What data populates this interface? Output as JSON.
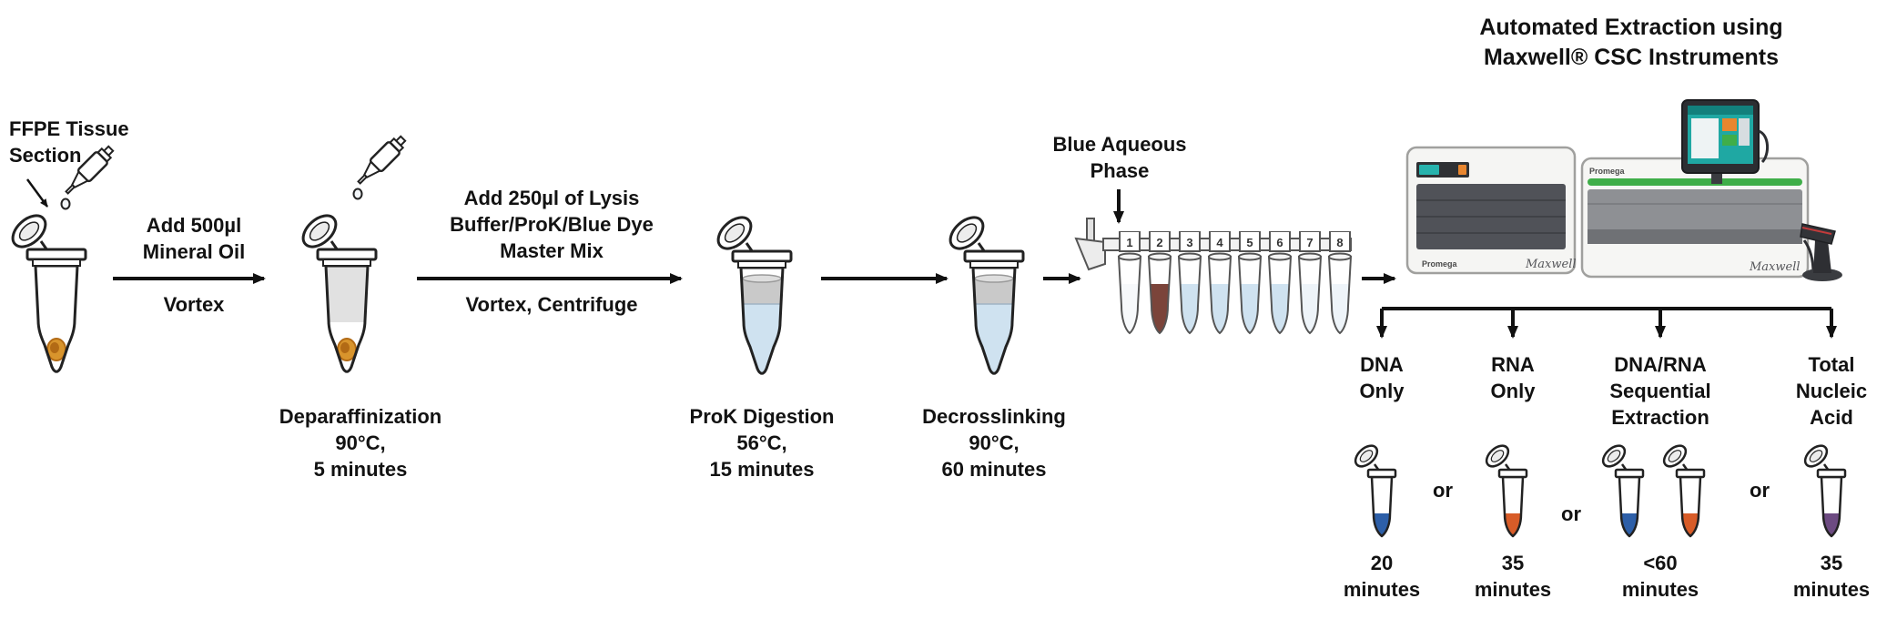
{
  "header": {
    "title_line1": "Automated Extraction using",
    "title_line2": "Maxwell® CSC Instruments"
  },
  "flow": {
    "start": {
      "line1": "FFPE Tissue",
      "line2": "Section"
    },
    "arrow1": {
      "label_line1": "Add 500µl",
      "label_line2": "Mineral Oil",
      "sub": "Vortex"
    },
    "step1": {
      "line1": "Deparaffinization",
      "line2": "90°C,",
      "line3": "5 minutes"
    },
    "arrow2": {
      "label_line1": "Add 250µl of Lysis",
      "label_line2": "Buffer/ProK/Blue Dye",
      "label_line3": "Master Mix",
      "sub": "Vortex, Centrifuge"
    },
    "step2": {
      "line1": "ProK Digestion",
      "line2": "56°C,",
      "line3": "15 minutes"
    },
    "step3": {
      "line1": "Decrosslinking",
      "line2": "90°C,",
      "line3": "60 minutes"
    },
    "aqueous": {
      "line1": "Blue Aqueous",
      "line2": "Phase"
    },
    "strip_numbers": [
      "1",
      "2",
      "3",
      "4",
      "5",
      "6",
      "7",
      "8"
    ]
  },
  "instruments": {
    "brand": "Promega",
    "logo": "Maxwell"
  },
  "outputs": {
    "or": "or",
    "branches": [
      {
        "l1": "DNA",
        "l2": "Only",
        "l3": "",
        "t1": "20",
        "t2": "minutes"
      },
      {
        "l1": "RNA",
        "l2": "Only",
        "l3": "",
        "t1": "35",
        "t2": "minutes"
      },
      {
        "l1": "DNA/RNA",
        "l2": "Sequential",
        "l3": "Extraction",
        "t1": "<60",
        "t2": "minutes"
      },
      {
        "l1": "Total",
        "l2": "Nucleic",
        "l3": "Acid",
        "t1": "35",
        "t2": "minutes"
      }
    ]
  },
  "colors": {
    "dna": "#2d5fa8",
    "rna": "#d85c28",
    "total_na": "#6d4b82",
    "aqueous_blue": "#cfe2f0",
    "oil_gray": "#c9c9c9",
    "blue_dye_phase": "#7b443a",
    "led_green": "#3fae49"
  }
}
